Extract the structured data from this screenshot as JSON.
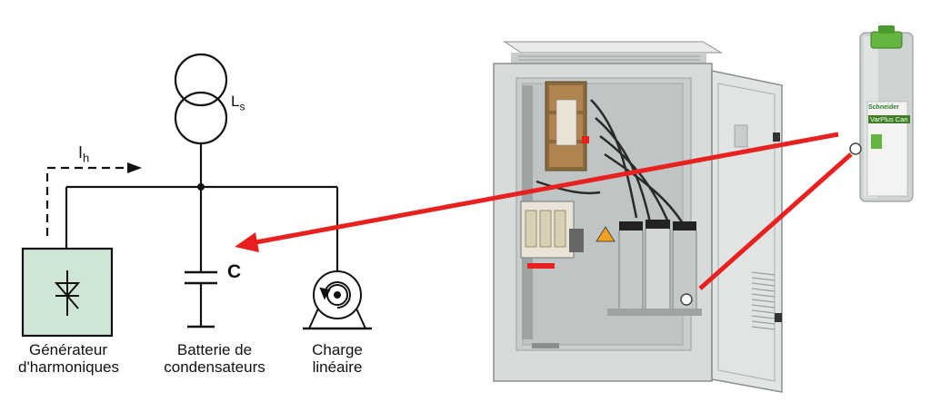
{
  "circuit": {
    "transformer_label_main": "L",
    "transformer_label_sub": "s",
    "current_label_main": "I",
    "current_label_sub": "h",
    "capacitor_label": "C",
    "harmonic_generator": {
      "line1": "Générateur",
      "line2": "d'harmoniques"
    },
    "capacitor_bank": {
      "line1": "Batterie de",
      "line2": "condensateurs"
    },
    "linear_load": {
      "line1": "Charge",
      "line2": "linéaire"
    }
  },
  "photo": {
    "can_brand": "Schneider",
    "can_product": "VarPlus Can"
  },
  "colors": {
    "arrow": "#e8201e",
    "generator_fill": "#cfe6d6",
    "cabinet": "#d7dcdb",
    "can_cap": "#64b441"
  }
}
